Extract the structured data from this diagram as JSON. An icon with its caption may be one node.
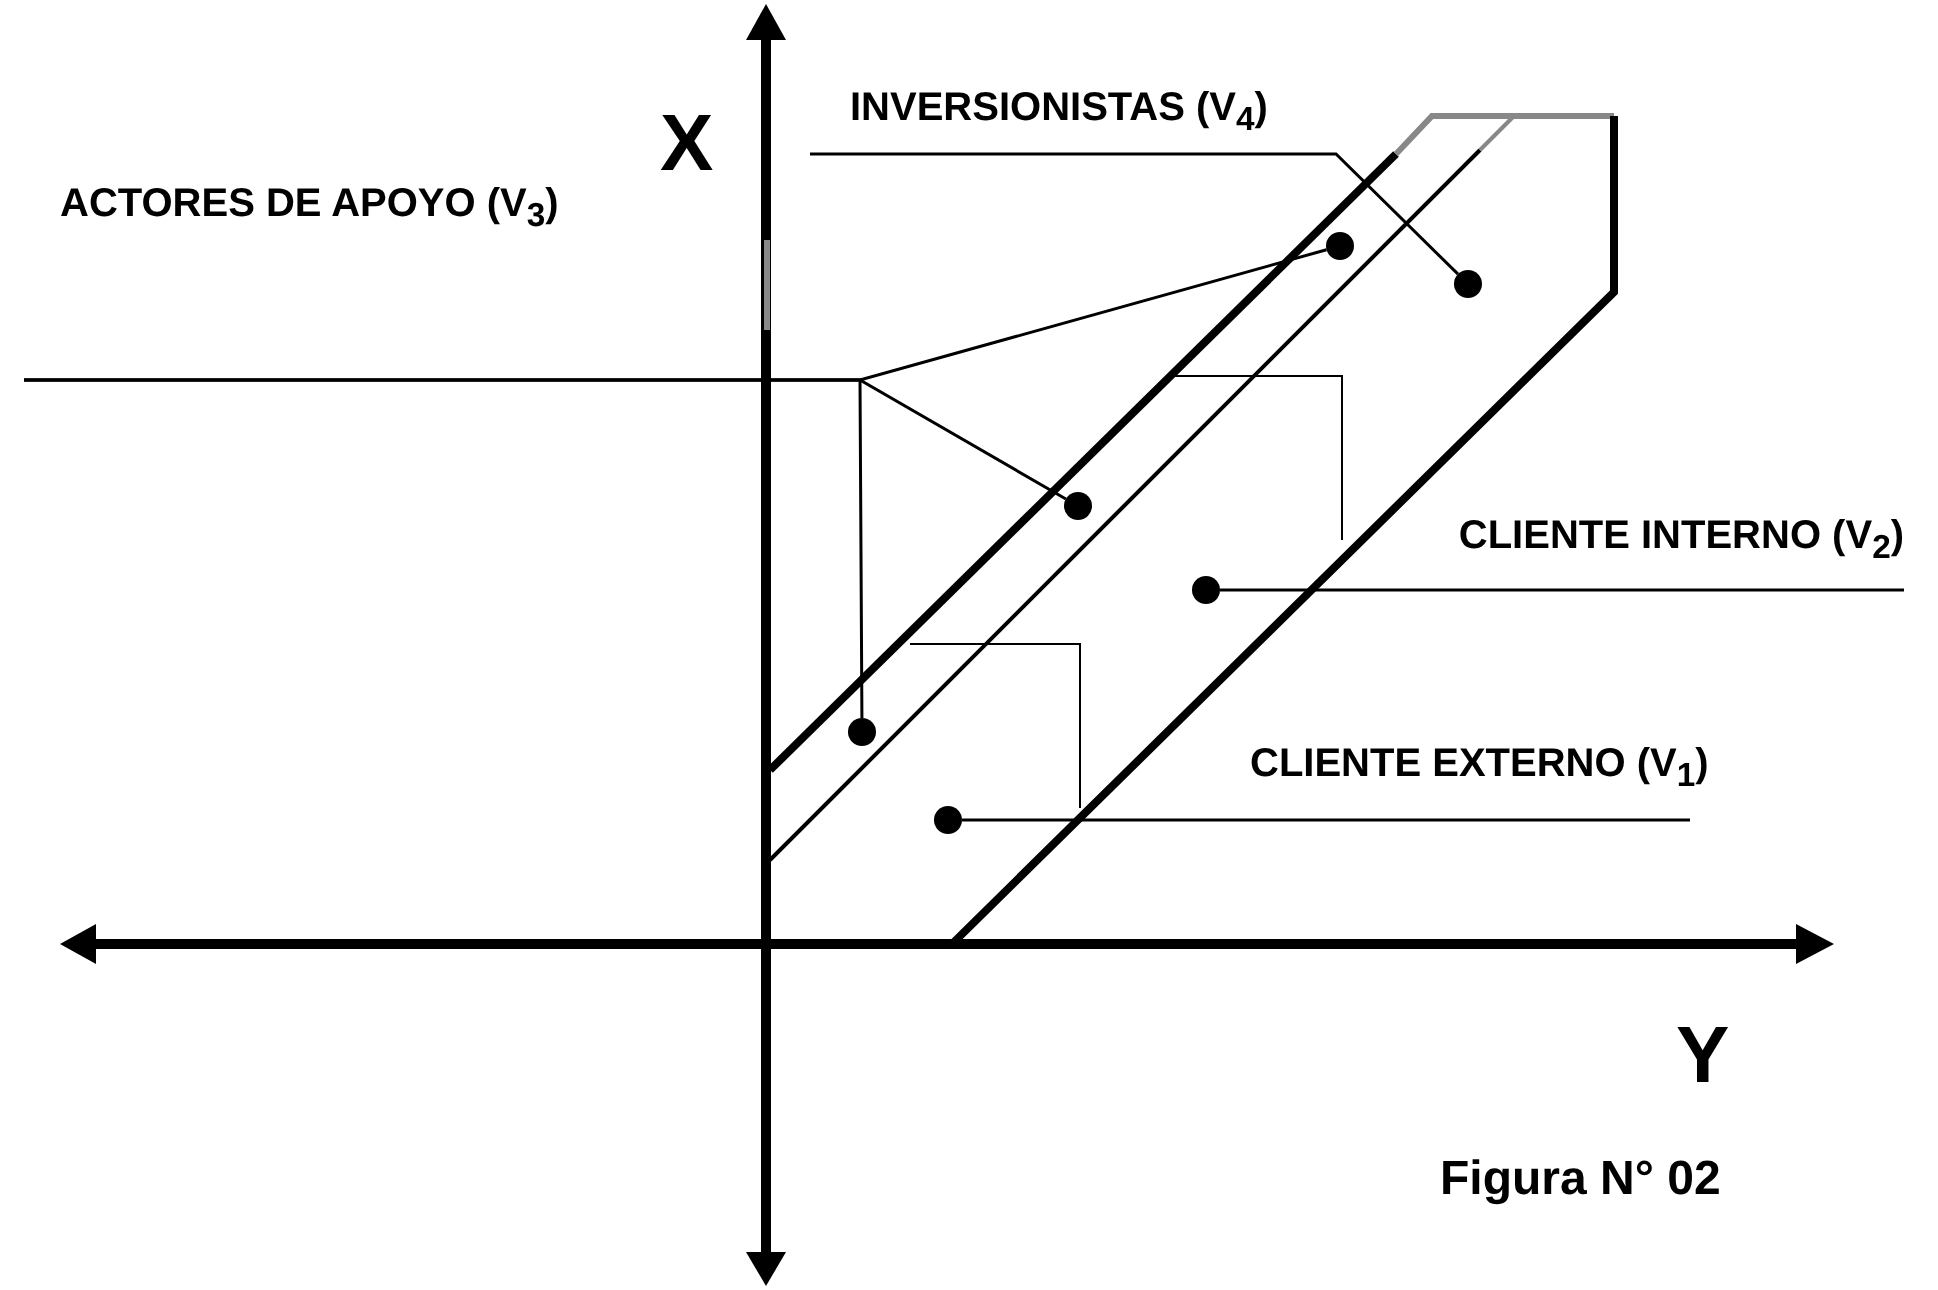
{
  "diagram": {
    "caption": "Figura N° 02",
    "nodes": [
      {
        "text": [
          "INVERSIONISTAS (V$_{4}$)"
        ]
      },
      {
        "text": [],
        "shape": "circle"
      },
      {
        "text": [
          "ACTORES DE APOYO (V$_{3}$)"
        ]
      },
      {
        "text": [],
        "shape": "circle"
      },
      {
        "text": [],
        "shape": "circle"
      },
      {
        "text": [],
        "shape": "circle"
      },
      {
        "text": [
          "CLIENTE INTERNO (V$_{2}$)"
        ]
      },
      {
        "text": [],
        "shape": "circle"
      },
      {
        "text": [
          "CLIENTE EXTERNO (V$_{1}$)"
        ]
      },
      {
        "text": [],
        "shape": "circle"
      }
    ],
    "edges": [
      {
        "from": 0,
        "to": 1,
        "arrow": "none"
      },
      {
        "from": 2,
        "to": 3,
        "arrow": "none"
      },
      {
        "from": 2,
        "to": 4,
        "arrow": "none"
      },
      {
        "from": 2,
        "to": 5,
        "arrow": "none"
      },
      {
        "from": 6,
        "to": 7,
        "arrow": "none"
      },
      {
        "from": 8,
        "to": 9,
        "arrow": "none"
      }
    ],
    "labels": [
      "X",
      "Y"
    ]
  }
}
